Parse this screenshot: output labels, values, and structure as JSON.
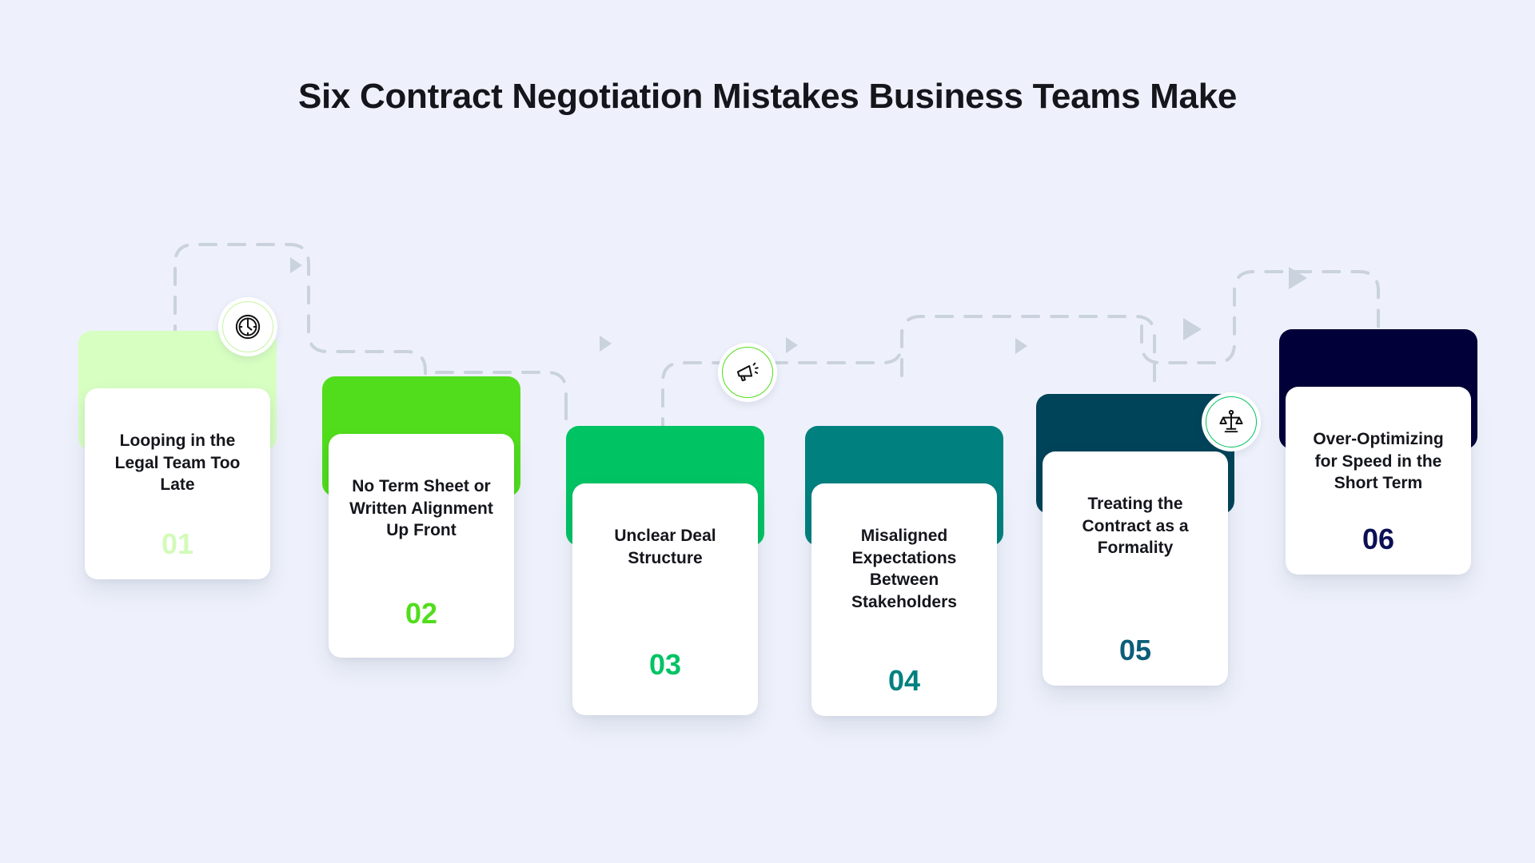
{
  "page": {
    "title": "Six Contract Negotiation Mistakes Business Teams Make",
    "background_color": "#eef1fb",
    "title_color": "#15161c",
    "connector_color": "#c9d2dd"
  },
  "steps": [
    {
      "number": "01",
      "label": "Looping in the Legal Team Too Late",
      "icon": "clock-icon",
      "cap_color": "#d8ffc2",
      "number_color": "#d2fbb9",
      "ring_color": "#c3f4a5"
    },
    {
      "number": "02",
      "label": "No Term Sheet or Written Alignment Up Front",
      "icon": "megaphone-icon",
      "cap_color": "#51dd1c",
      "number_color": "#51dd1c",
      "ring_color": "#51dd1c"
    },
    {
      "number": "03",
      "label": "Unclear Deal Structure",
      "icon": "scales-icon",
      "cap_color": "#00c364",
      "number_color": "#00c364",
      "ring_color": "#00c364"
    },
    {
      "number": "04",
      "label": "Misaligned Expectations Between Stakeholders",
      "icon": "verified-badge-icon",
      "cap_color": "#00817f",
      "number_color": "#00817f",
      "ring_color": "#00817f"
    },
    {
      "number": "05",
      "label": "Treating the Contract as a Formality",
      "icon": "refresh-cycle-icon",
      "cap_color": "#004459",
      "number_color": "#0d5d78",
      "ring_color": "#004459"
    },
    {
      "number": "06",
      "label": "Over-Optimizing for Speed in the Short Term",
      "icon": "people-group-icon",
      "cap_color": "#020038",
      "number_color": "#0b1055",
      "ring_color": "#1b2063"
    }
  ]
}
